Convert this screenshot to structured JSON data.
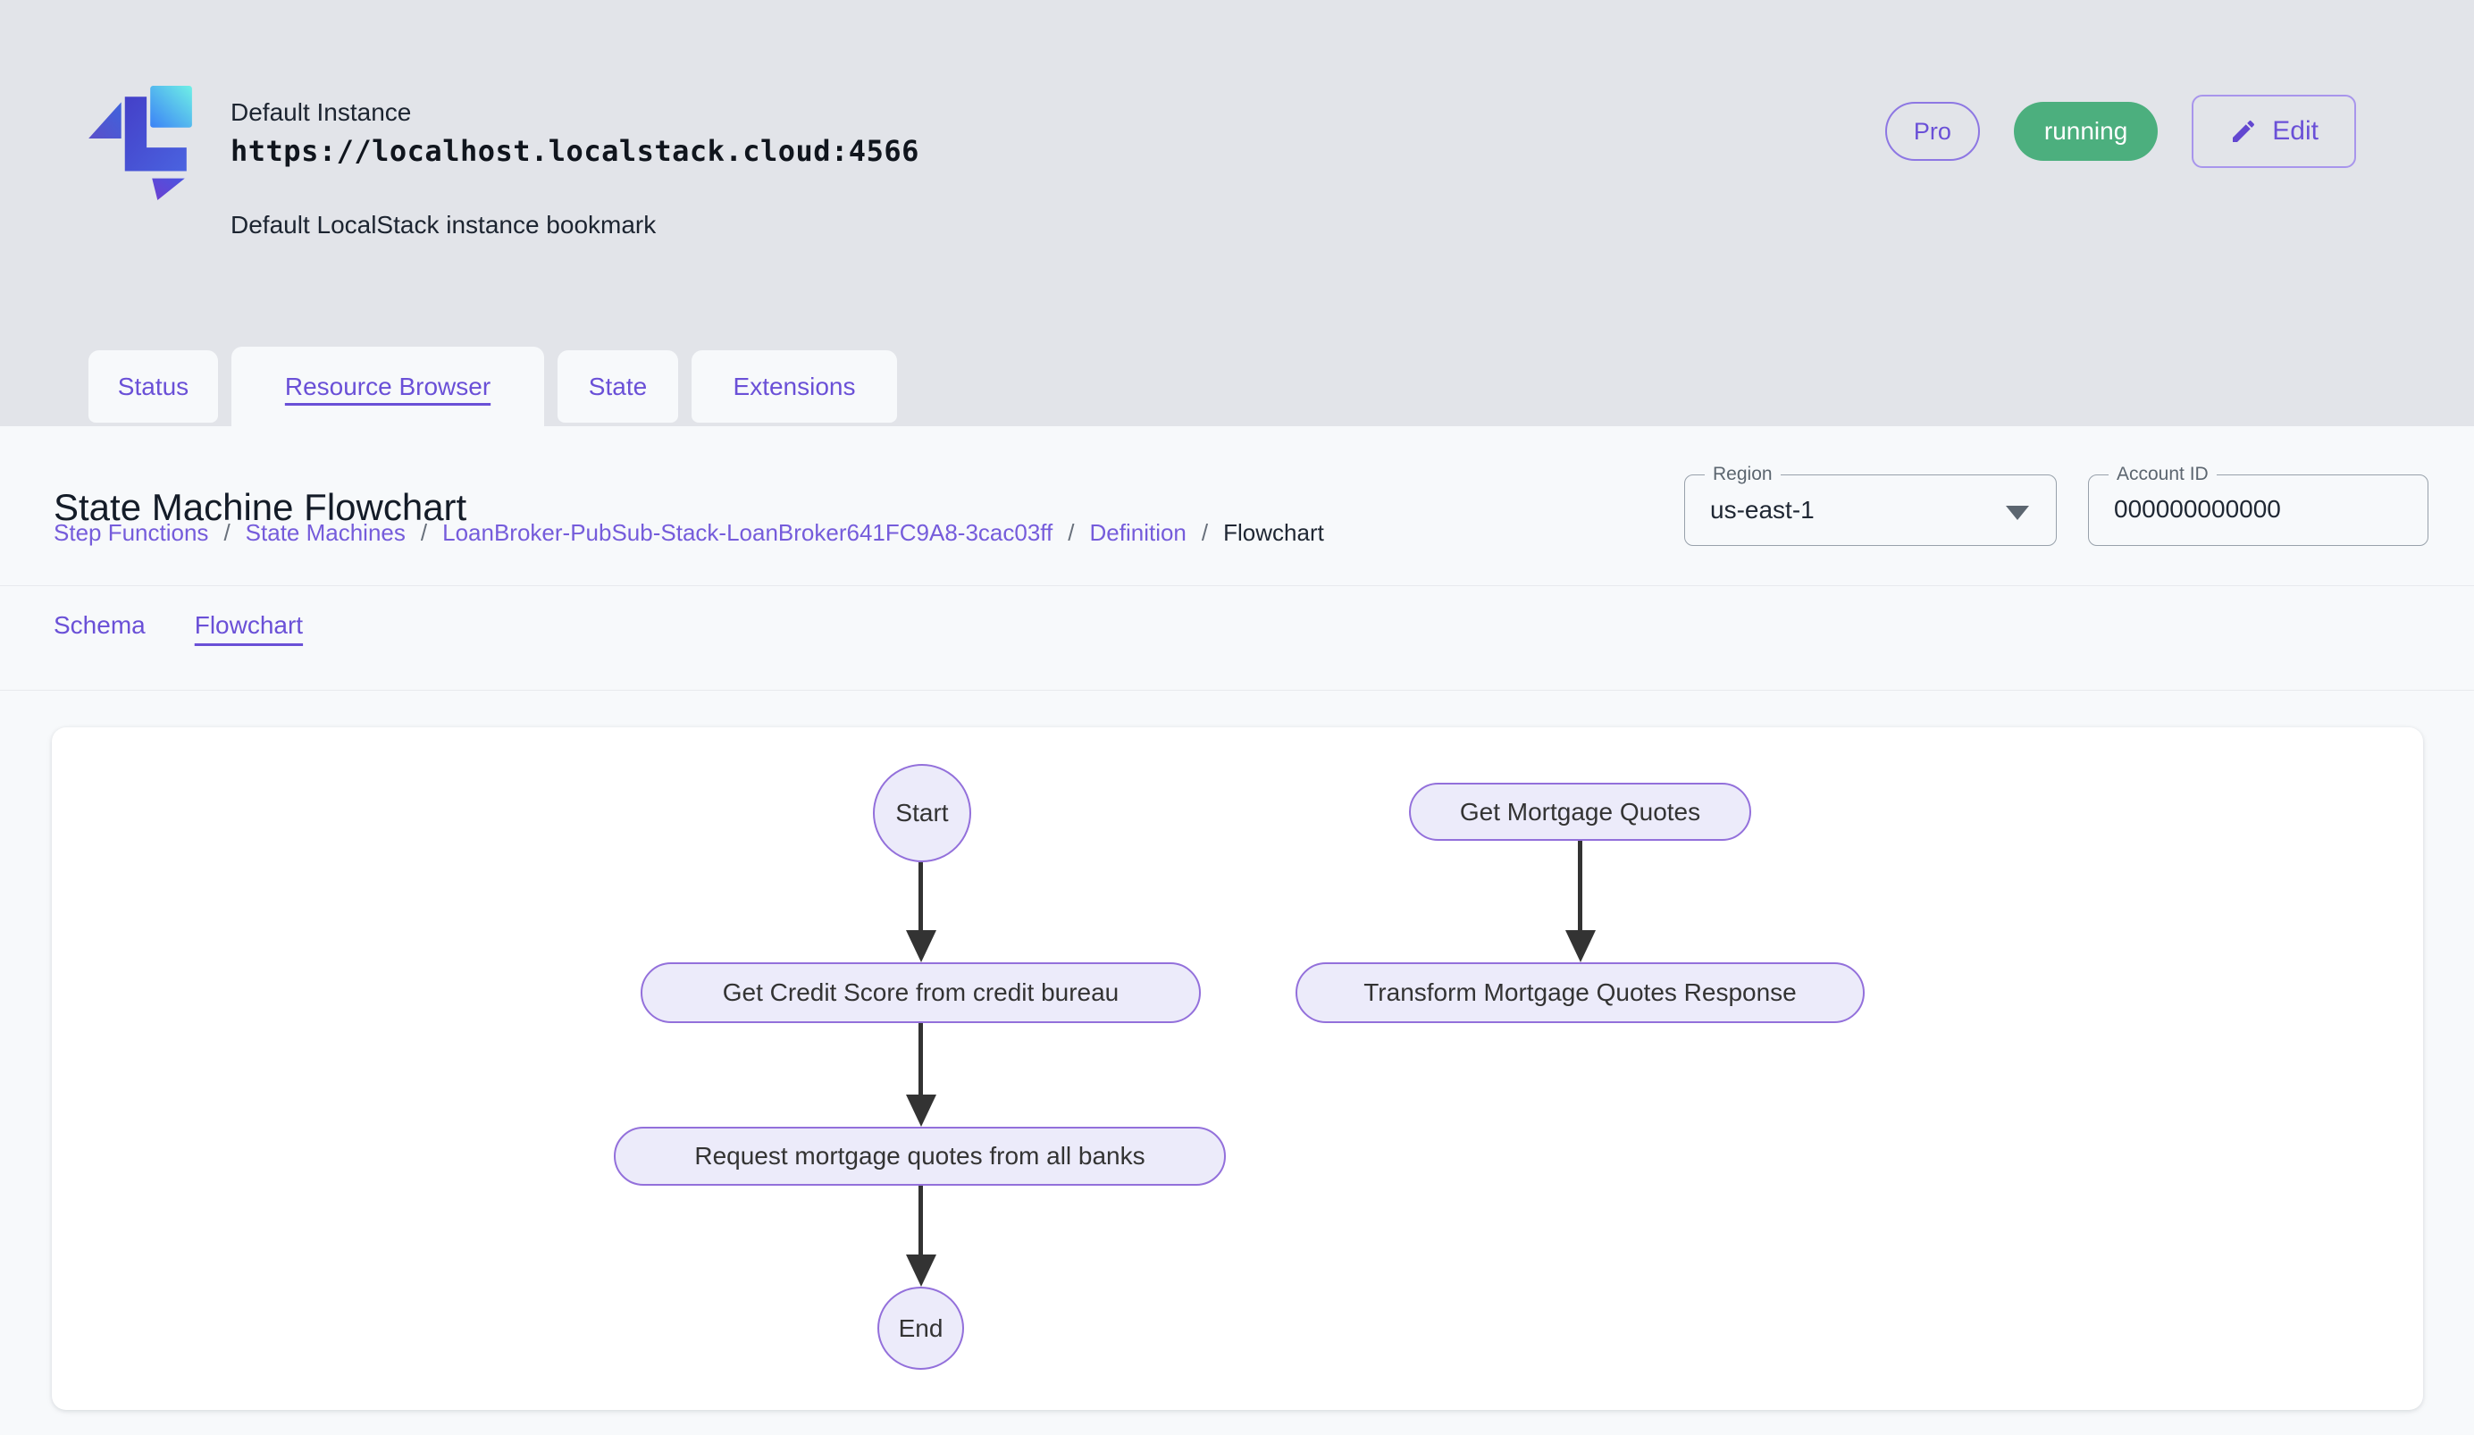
{
  "header": {
    "instance_name": "Default Instance",
    "endpoint_url": "https://localhost.localstack.cloud:4566",
    "description": "Default LocalStack instance bookmark",
    "pro_badge": "Pro",
    "status_badge": "running",
    "edit_button": "Edit"
  },
  "tabs": {
    "items": [
      {
        "label": "Status"
      },
      {
        "label": "Resource Browser"
      },
      {
        "label": "State"
      },
      {
        "label": "Extensions"
      }
    ],
    "active": "Resource Browser"
  },
  "page": {
    "title": "State Machine Flowchart",
    "breadcrumbs": {
      "separator": "/",
      "items": [
        "Step Functions",
        "State Machines",
        "LoanBroker-PubSub-Stack-LoanBroker641FC9A8-3cac03ff",
        "Definition",
        "Flowchart"
      ]
    },
    "region": {
      "label": "Region",
      "value": "us-east-1"
    },
    "account": {
      "label": "Account ID",
      "value": "000000000000"
    },
    "subtabs": {
      "items": [
        {
          "label": "Schema"
        },
        {
          "label": "Flowchart"
        }
      ],
      "active": "Flowchart"
    }
  },
  "flowchart": {
    "nodes": {
      "start": {
        "label": "Start",
        "shape": "ellipse"
      },
      "get_credit_score": {
        "label": "Get Credit Score from credit bureau",
        "shape": "stadium"
      },
      "request_quotes": {
        "label": "Request mortgage quotes from all banks",
        "shape": "stadium"
      },
      "end": {
        "label": "End",
        "shape": "ellipse"
      },
      "get_mortgage_quotes": {
        "label": "Get Mortgage Quotes",
        "shape": "stadium"
      },
      "transform_response": {
        "label": "Transform Mortgage Quotes Response",
        "shape": "stadium"
      }
    },
    "edges": [
      {
        "from": "start",
        "to": "get_credit_score"
      },
      {
        "from": "get_credit_score",
        "to": "request_quotes"
      },
      {
        "from": "request_quotes",
        "to": "end"
      },
      {
        "from": "get_mortgage_quotes",
        "to": "transform_response"
      }
    ]
  },
  "colors": {
    "accent_purple": "#6A50D7",
    "running_green": "#4CAF7E",
    "node_fill": "#ECEBFA",
    "node_border": "#9370DB",
    "arrow": "#333333",
    "header_bg": "#E2E4E9",
    "panel_bg": "#F7F9FB"
  }
}
